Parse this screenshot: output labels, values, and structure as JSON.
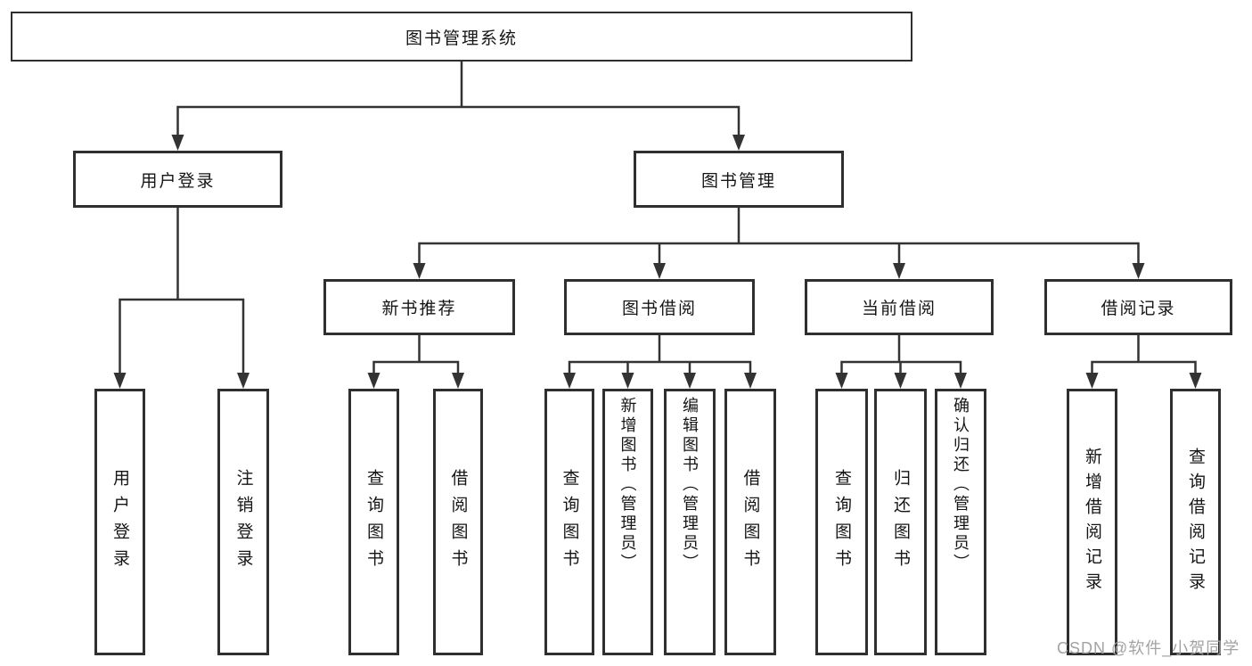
{
  "diagram": {
    "type": "hierarchy-tree",
    "title": "图书管理系统",
    "watermark": "CSDN @软件_小贺同学",
    "colors": {
      "line": "#333333",
      "box_border": "#2f2f2f",
      "box_fill": "#ffffff",
      "text": "#151515",
      "background": "#ffffff",
      "watermark": "#a3a3a3"
    },
    "root": {
      "label": "图书管理系统"
    },
    "branches": [
      {
        "label": "用户登录",
        "children": [
          {
            "label": "用户登录"
          },
          {
            "label": "注销登录"
          }
        ]
      },
      {
        "label": "图书管理",
        "children": [
          {
            "label": "新书推荐",
            "children": [
              {
                "label": "查询图书"
              },
              {
                "label": "借阅图书"
              }
            ]
          },
          {
            "label": "图书借阅",
            "children": [
              {
                "label": "查询图书"
              },
              {
                "label": "新增图书（管理员）"
              },
              {
                "label": "编辑图书（管理员）"
              },
              {
                "label": "借阅图书"
              }
            ]
          },
          {
            "label": "当前借阅",
            "children": [
              {
                "label": "查询图书"
              },
              {
                "label": "归还图书"
              },
              {
                "label": "确认归还（管理员）"
              }
            ]
          },
          {
            "label": "借阅记录",
            "children": [
              {
                "label": "新增借阅记录"
              },
              {
                "label": "查询借阅记录"
              }
            ]
          }
        ]
      }
    ]
  }
}
